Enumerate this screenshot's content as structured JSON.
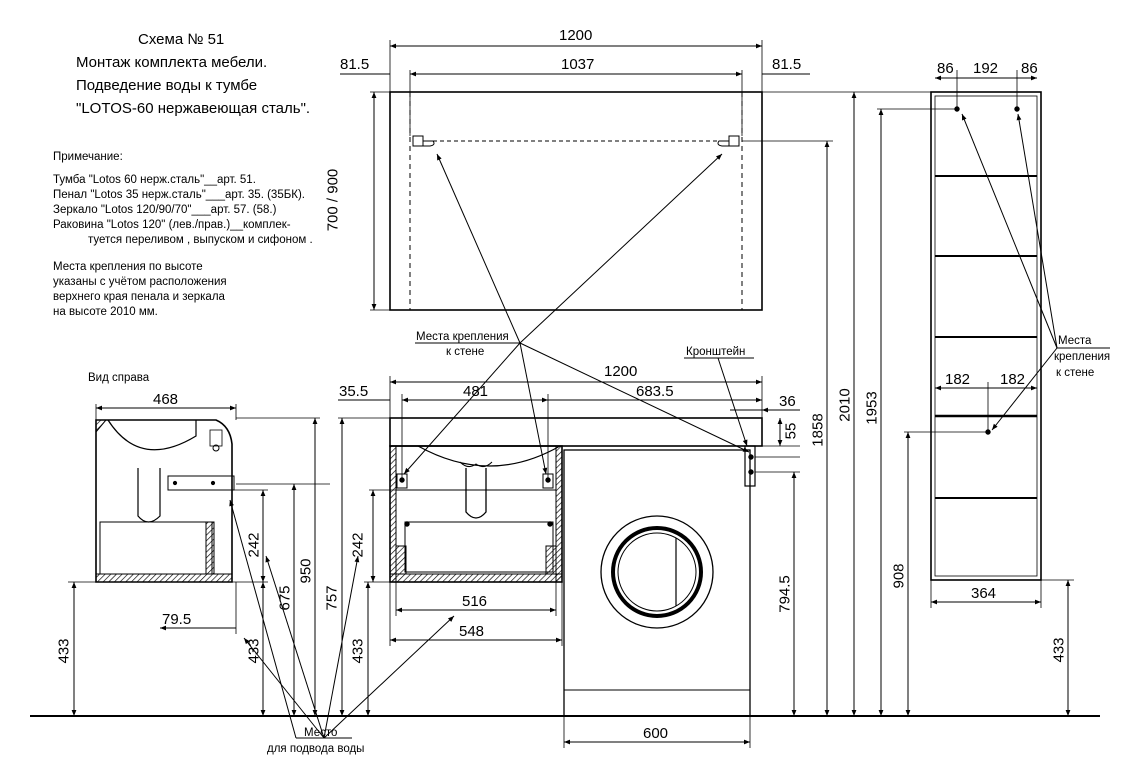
{
  "header": {
    "lines": [
      "Схема № 51",
      "Монтаж комплекта мебели.",
      "Подведение воды к тумбе",
      "\"LOTOS-60 нержавеющая сталь\"."
    ]
  },
  "notes": {
    "title": "Примечание:",
    "items": [
      "Тумба \"Lotos 60 нерж.сталь\"__арт. 51.",
      "Пенал \"Lotos 35 нерж.сталь\"___арт. 35. (35БК).",
      "Зеркало \"Lotos 120/90/70\"___арт. 57. (58.)",
      "Раковина \"Lotos 120\" (лев./прав.)__комплек-",
      "туется переливом , выпуском и сифоном ."
    ],
    "mount": [
      "Места крепления по высоте",
      "указаны с учётом расположения",
      "верхнего края пенала и зеркала",
      "на высоте 2010 мм."
    ]
  },
  "labels": {
    "side_view": "Вид  справа",
    "mount_points_1": "Места крепления",
    "mount_points_2": "к стене",
    "bracket": "Кронштейн",
    "mount_right_1": "Места",
    "mount_right_2": "крепления",
    "mount_right_3": "к стене",
    "water_1": "Место",
    "water_2": "для подвода воды"
  },
  "dims": {
    "d1200_top": "1200",
    "d81_5_l": "81.5",
    "d1037": "1037",
    "d81_5_r": "81.5",
    "d700_900": "700 / 900",
    "d86_l": "86",
    "d192": "192",
    "d86_r": "86",
    "d1200_mid": "1200",
    "d35_5": "35.5",
    "d481": "481",
    "d683_5": "683.5",
    "d36": "36",
    "d55": "55",
    "d1858": "1858",
    "d2010": "2010",
    "d1953": "1953",
    "d182_l": "182",
    "d182_r": "182",
    "d908": "908",
    "d364": "364",
    "d468": "468",
    "d242_side": "242",
    "d950": "950",
    "d675": "675",
    "d757": "757",
    "d242_front": "242",
    "d79_5": "79.5",
    "d433_a": "433",
    "d433_b": "433",
    "d433_c": "433",
    "d433_d": "433",
    "d516": "516",
    "d548": "548",
    "d794_5": "794.5",
    "d600": "600"
  }
}
